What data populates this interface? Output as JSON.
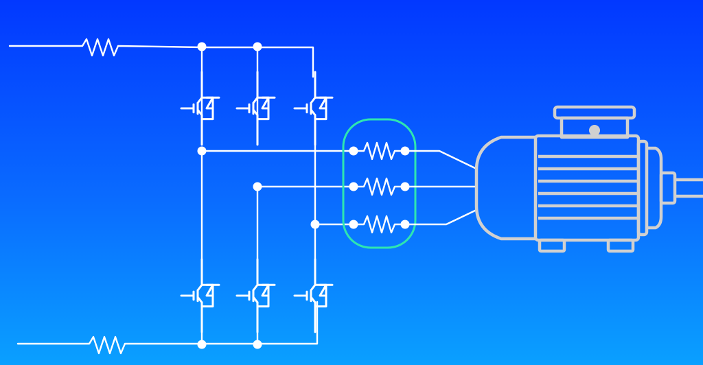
{
  "diagram": {
    "type": "three-phase-inverter-motor-circuit",
    "components": {
      "input_resistors": 2,
      "igbt_switches_upper": 3,
      "igbt_switches_lower": 3,
      "phase_resistors": 3,
      "motor": "induction-motor-icon"
    },
    "colors": {
      "background_top": "#0238ff",
      "background_bottom": "#0aa0ff",
      "wire": "#ffffff",
      "motor": "#d0d0d0",
      "highlight_enclosure": "#2ee6b0"
    }
  }
}
